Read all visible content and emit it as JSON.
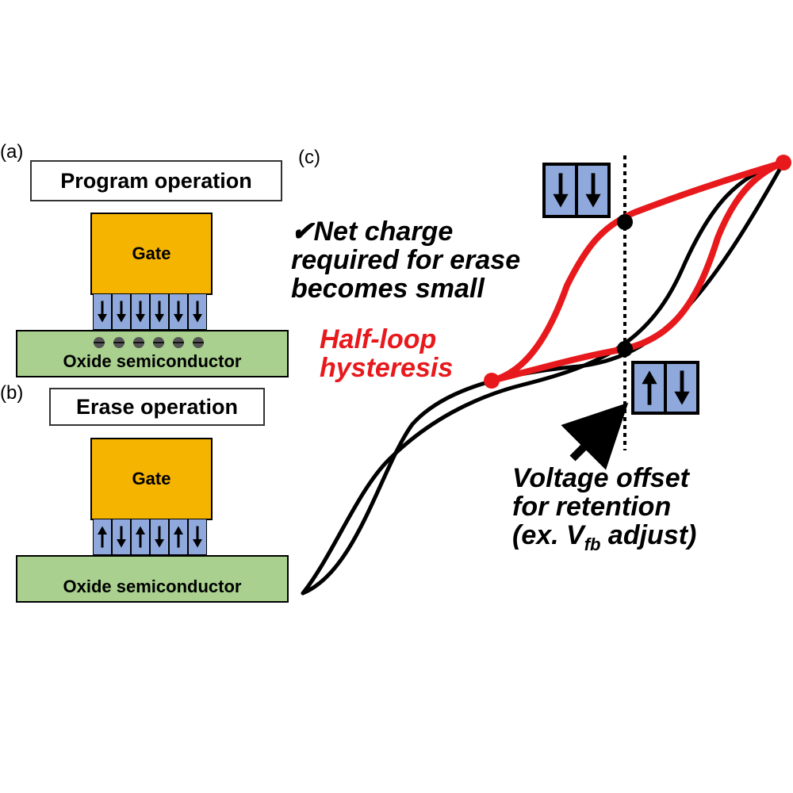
{
  "panels": {
    "a": {
      "label": "(a)",
      "title": "Program operation",
      "gate_label": "Gate",
      "semiconductor_label": "Oxide semiconductor",
      "domains": [
        "down",
        "down",
        "down",
        "down",
        "down",
        "down"
      ],
      "electron_count": 6
    },
    "b": {
      "label": "(b)",
      "title": "Erase operation",
      "gate_label": "Gate",
      "semiconductor_label": "Oxide semiconductor",
      "domains": [
        "up",
        "down",
        "up",
        "down",
        "up",
        "down"
      ]
    },
    "c": {
      "label": "(c)",
      "check_mark": "✔",
      "net_charge_lines": [
        "Net charge",
        "required for erase",
        "becomes small"
      ],
      "half_loop_lines": [
        "Half-loop",
        "hysteresis"
      ],
      "offset_lines": [
        "Voltage offset",
        "for retention"
      ],
      "offset_example": {
        "prefix": "(ex. V",
        "subscript": "fb",
        "suffix": " adjust)"
      },
      "upper_state_domains": [
        "down",
        "down"
      ],
      "lower_state_domains": [
        "up",
        "down"
      ]
    }
  },
  "colors": {
    "gate": "#f5b400",
    "ferroelectric": "#8fa9dc",
    "semiconductor": "#a9d08e",
    "half_loop": "#e8191c",
    "full_loop": "#000000"
  }
}
